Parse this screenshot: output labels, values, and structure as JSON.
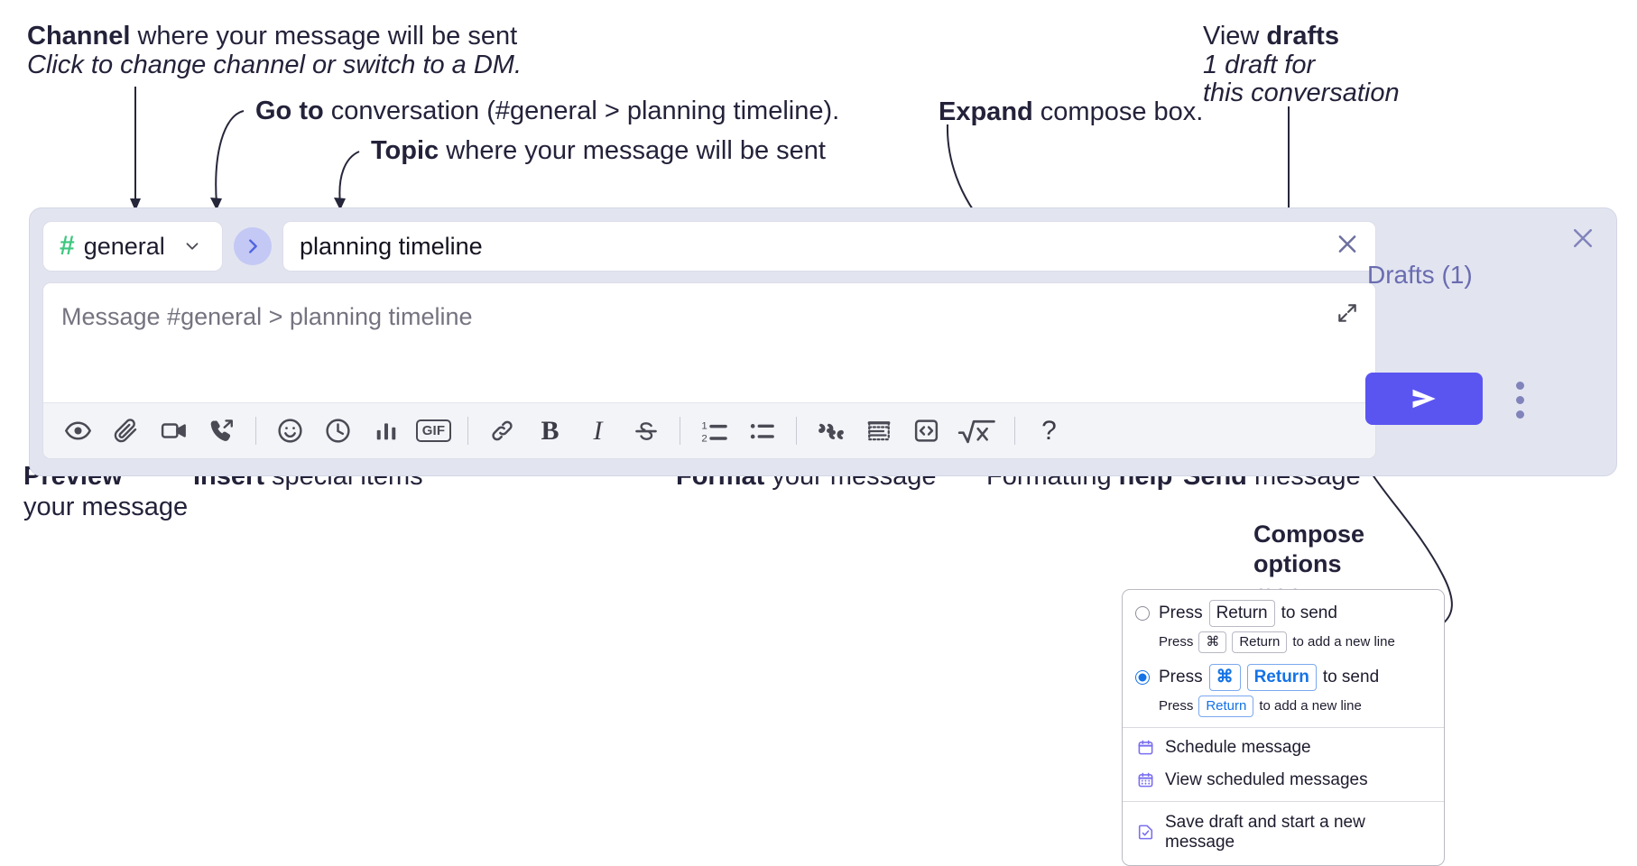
{
  "annotations": {
    "channel_title_bold": "Channel",
    "channel_title_rest": " where your message will be sent",
    "channel_sub": "Click to change channel or switch to a DM.",
    "goto_bold": "Go to",
    "goto_rest": " conversation (#general > planning timeline).",
    "topic_bold": "Topic",
    "topic_rest": " where your message will be sent",
    "expand_bold": "Expand",
    "expand_rest": " compose box.",
    "drafts_lead": "View ",
    "drafts_bold": "drafts",
    "drafts_sub1": "1 draft for",
    "drafts_sub2": "this conversation",
    "preview_bold": "Preview",
    "preview_sub": "your message",
    "insert_bold": "Insert",
    "insert_rest": " special items",
    "format_bold": "Format",
    "format_rest": " your message",
    "help_lead": "Formatting ",
    "help_bold": "help",
    "send_bold": "Send",
    "send_rest": " message",
    "compose_bold1": "Compose",
    "compose_bold2": "options",
    "compose_rest": "menu"
  },
  "compose": {
    "channel_name": "general",
    "hash_symbol": "#",
    "topic_value": "planning timeline",
    "message_placeholder": "Message #general > planning timeline",
    "drafts_label": "Drafts (1)",
    "toolbar_left": [
      {
        "name": "preview-eye-icon",
        "label": "Preview"
      },
      {
        "name": "attachment-paperclip-icon",
        "label": "Attach file"
      },
      {
        "name": "video-camera-icon",
        "label": "Record video clip"
      },
      {
        "name": "phone-forward-icon",
        "label": "Record audio clip"
      }
    ],
    "toolbar_insert": [
      {
        "name": "emoji-smiley-icon",
        "label": "Emoji"
      },
      {
        "name": "clock-icon",
        "label": "Schedule"
      },
      {
        "name": "poll-bar-chart-icon",
        "label": "Poll"
      },
      {
        "name": "gif-icon",
        "label": "GIF"
      }
    ],
    "toolbar_format_a": [
      {
        "name": "link-icon",
        "label": "Link"
      },
      {
        "name": "bold-icon",
        "label": "B"
      },
      {
        "name": "italic-icon",
        "label": "I"
      },
      {
        "name": "strikethrough-icon",
        "label": "S"
      }
    ],
    "toolbar_lists": [
      {
        "name": "ordered-list-icon",
        "label": "Ordered list"
      },
      {
        "name": "bullet-list-icon",
        "label": "Bulleted list"
      }
    ],
    "toolbar_blocks": [
      {
        "name": "blockquote-icon",
        "label": "Blockquote"
      },
      {
        "name": "code-block-icon",
        "label": "Code block"
      },
      {
        "name": "inline-code-icon",
        "label": "Code"
      },
      {
        "name": "math-sqrt-icon",
        "label": "Math"
      }
    ],
    "help_glyph": "?",
    "gif_label": "GIF"
  },
  "menu": {
    "option1": {
      "main_pre": "Press",
      "main_key": "Return",
      "main_post": "to send",
      "sub_pre": "Press",
      "sub_key1": "⌘",
      "sub_key2": "Return",
      "sub_post": "to add a new line",
      "selected": false
    },
    "option2": {
      "main_pre": "Press",
      "main_key1": "⌘",
      "main_key2": "Return",
      "main_post": "to send",
      "sub_pre": "Press",
      "sub_key": "Return",
      "sub_post": "to add a new line",
      "selected": true
    },
    "items": [
      {
        "icon": "calendar-icon",
        "label": "Schedule message"
      },
      {
        "icon": "calendar-grid-icon",
        "label": "View scheduled messages"
      },
      {
        "icon": "save-draft-icon",
        "label": "Save draft and start a new message"
      }
    ]
  },
  "colors": {
    "panel_bg": "#e2e4f0",
    "send_button": "#5a55f0",
    "hash_green": "#3fc77f",
    "drafts_purple": "#6a6cb0",
    "accent_blue": "#1473e6",
    "menu_icon_purple": "#7a6ff0"
  }
}
